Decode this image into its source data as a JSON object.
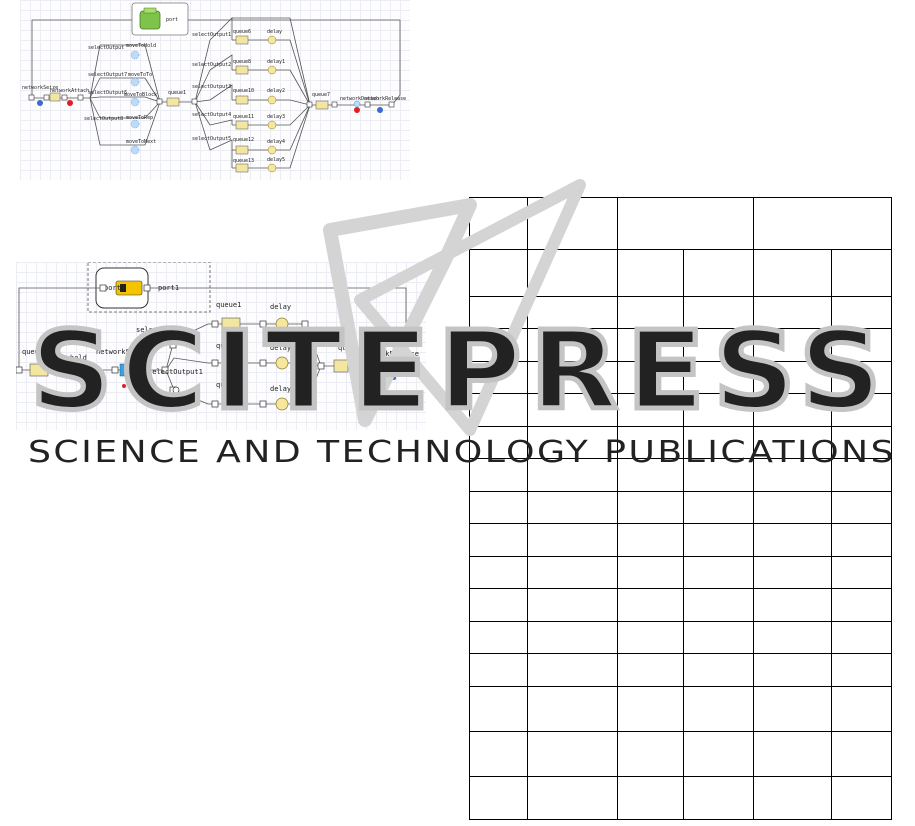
{
  "diagram1": {
    "labels": {
      "port": "port",
      "networkSeize": "networkSeize",
      "networkAttach": "networkAttach",
      "selectOutput": "selectOutput",
      "selectOutput7": "selectOutput7",
      "selectOutput8": "selectOutput8",
      "selectOutput6": "selectOutput6",
      "moveToHold": "moveToHold",
      "moveToTo": "moveToTo",
      "moveToBlock": "moveToBlock",
      "moveToRep": "moveToRep",
      "moveToNext": "moveToNext",
      "queue1": "queue1",
      "selectOutput1": "selectOutput1",
      "selectOutput2": "selectOutput2",
      "selectOutput3": "selectOutput3",
      "selectOutput4": "selectOutput4",
      "selectOutput5": "selectOutput5",
      "queue6": "queue6",
      "queue8": "queue8",
      "queue10": "queue10",
      "queue11": "queue11",
      "queue12": "queue12",
      "queue13": "queue13",
      "delay": "delay",
      "delay1": "delay1",
      "delay2": "delay2",
      "delay3": "delay3",
      "delay4": "delay4",
      "delay5": "delay5",
      "queue7": "queue7",
      "networkDetach": "networkDetach",
      "networkRelease": "networkRelease"
    }
  },
  "diagram2": {
    "labels": {
      "port_left": "port",
      "port_right": "port1",
      "queue": "queue",
      "hold": "hold",
      "networkSeize": "networkSeize",
      "selectOutput": "selectOutput",
      "selectOutput1": "selectOutput1",
      "queue1": "queue1",
      "queue2": "queue2",
      "queue3": "queue3",
      "delay": "delay",
      "delay1": "delay1",
      "delay2": "delay2",
      "queue4": "queue4",
      "networkRelease": "networkRelease"
    }
  },
  "watermark": {
    "main": "SCITEPRESS",
    "sub": "SCIENCE AND TECHNOLOGY PUBLICATIONS"
  },
  "colors": {
    "line": "#555555",
    "queue_fill": "#f2e6a0",
    "delay_fill": "#f6e79c",
    "block_fill": "#7ec34a",
    "vehicle_fill": "#f5c400",
    "seize_fill": "#3aa0e0",
    "hold_fill": "#e02020",
    "watermark": "#c8c8c8"
  }
}
